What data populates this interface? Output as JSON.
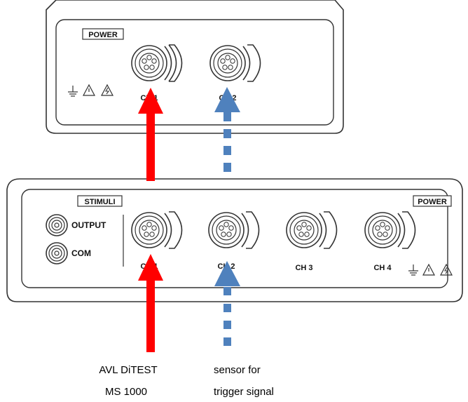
{
  "top_device": {
    "power_label": "POWER",
    "channels": [
      {
        "label": "CH 1"
      },
      {
        "label": "CH 2"
      }
    ]
  },
  "bottom_device": {
    "stimuli_label": "STIMULI",
    "power_label": "POWER",
    "output_label": "OUTPUT",
    "com_label": "COM",
    "channels": [
      {
        "label": "CH 1"
      },
      {
        "label": "CH 2"
      },
      {
        "label": "CH 3"
      },
      {
        "label": "CH 4"
      }
    ]
  },
  "arrows": {
    "solid_color": "#ff0000",
    "dashed_color": "#4f81bd"
  },
  "captions": {
    "left_line1": "AVL DiTEST",
    "left_line2": "MS 1000",
    "right_line1": "sensor for",
    "right_line2": "trigger signal"
  }
}
